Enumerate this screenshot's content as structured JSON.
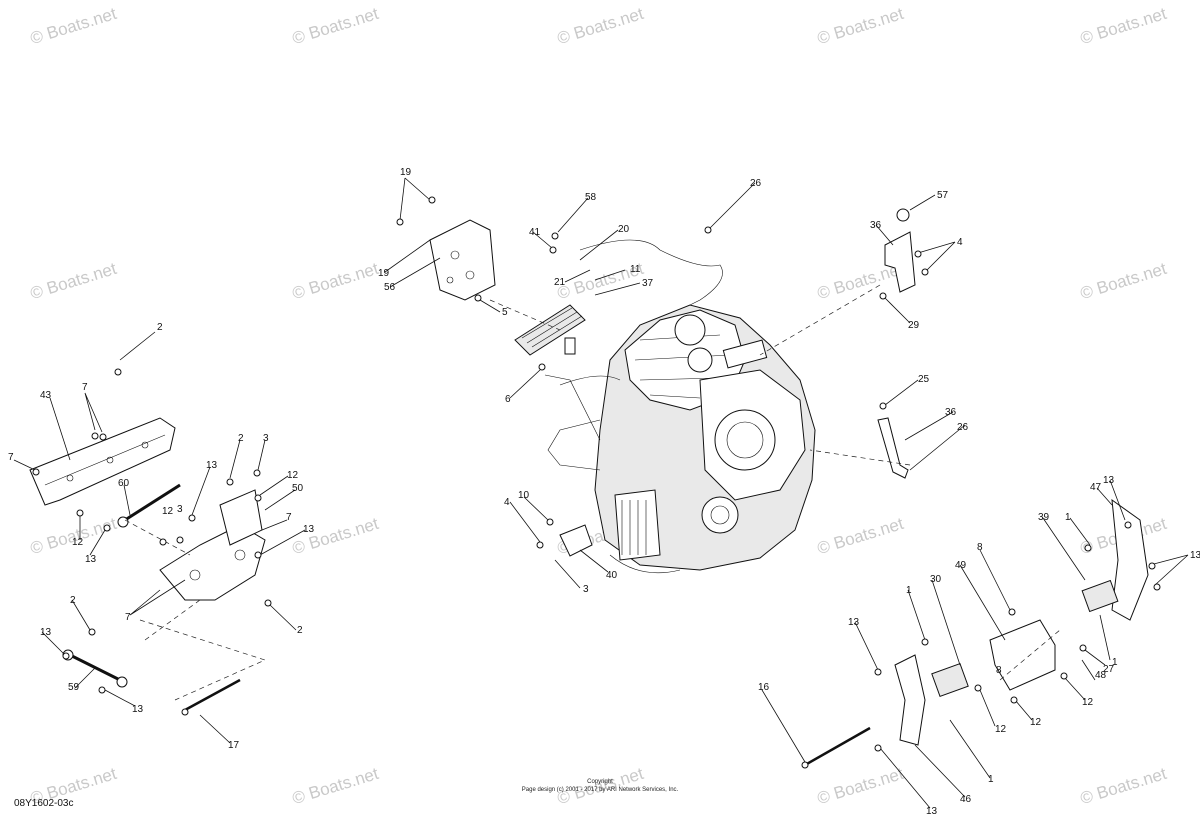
{
  "watermark": "© Boats.net",
  "drawing_id": "08Y1602-03c",
  "copyright": {
    "line1": "Copyright",
    "line2": "Page design (c) 2001 - 2017 by ARI Network Services, Inc."
  },
  "part_labels": [
    "2",
    "43",
    "7",
    "7",
    "12",
    "13",
    "60",
    "2",
    "3",
    "13",
    "12",
    "50",
    "12",
    "3",
    "7",
    "13",
    "7",
    "2",
    "13",
    "59",
    "2",
    "13",
    "17",
    "19",
    "19",
    "56",
    "58",
    "41",
    "20",
    "21",
    "11",
    "37",
    "5",
    "6",
    "26",
    "57",
    "36",
    "4",
    "29",
    "25",
    "36",
    "26",
    "10",
    "4",
    "40",
    "3",
    "39",
    "1",
    "47",
    "13",
    "13",
    "8",
    "49",
    "30",
    "1",
    "13",
    "16",
    "8",
    "12",
    "12",
    "27",
    "48",
    "12",
    "1",
    "1",
    "46",
    "13"
  ],
  "icons": [
    "engine-assembly-icon",
    "bracket-icon",
    "bolt-icon",
    "hose-icon",
    "mount-icon",
    "sensor-icon"
  ]
}
